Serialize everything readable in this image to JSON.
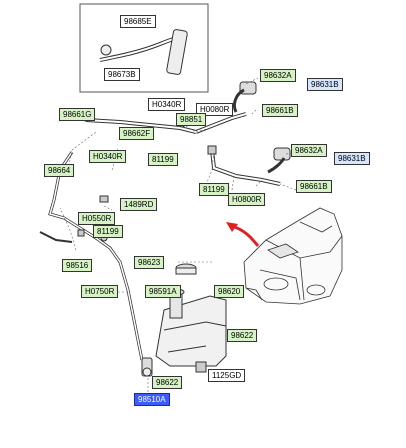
{
  "inset_labels": {
    "part_98685E": "98685E",
    "part_98673B": "98673B"
  },
  "labels": {
    "p98632A_top": "98632A",
    "p98631B_top": "98631B",
    "pH0340R_top": "H0340R",
    "pH0080R": "H0080R",
    "p98851": "98851",
    "p98661B_top": "98661B",
    "p98661G": "98661G",
    "p98662F": "98662F",
    "pH0340R_left": "H0340R",
    "p81199_mid": "81199",
    "p98632A_right": "98632A",
    "p98631B_right": "98631B",
    "p98664": "98664",
    "p81199_right": "81199",
    "p98661B_right": "98661B",
    "pH0800R": "H0800R",
    "p1489RD": "1489RD",
    "pH0550R": "H0550R",
    "p81199_left": "81199",
    "p98516": "98516",
    "p98623": "98623",
    "pH0750R": "H0750R",
    "p98591A": "98591A",
    "p98620": "98620",
    "p98622_right": "98622",
    "p98622_bottom": "98622",
    "p1125GD": "1125GD",
    "p98510A": "98510A"
  },
  "colors": {
    "label_green": "#d6f3c5",
    "label_blue": "#d6e6ff",
    "label_selected": "#3c5cff",
    "pointer_arrow": "#e02020"
  }
}
